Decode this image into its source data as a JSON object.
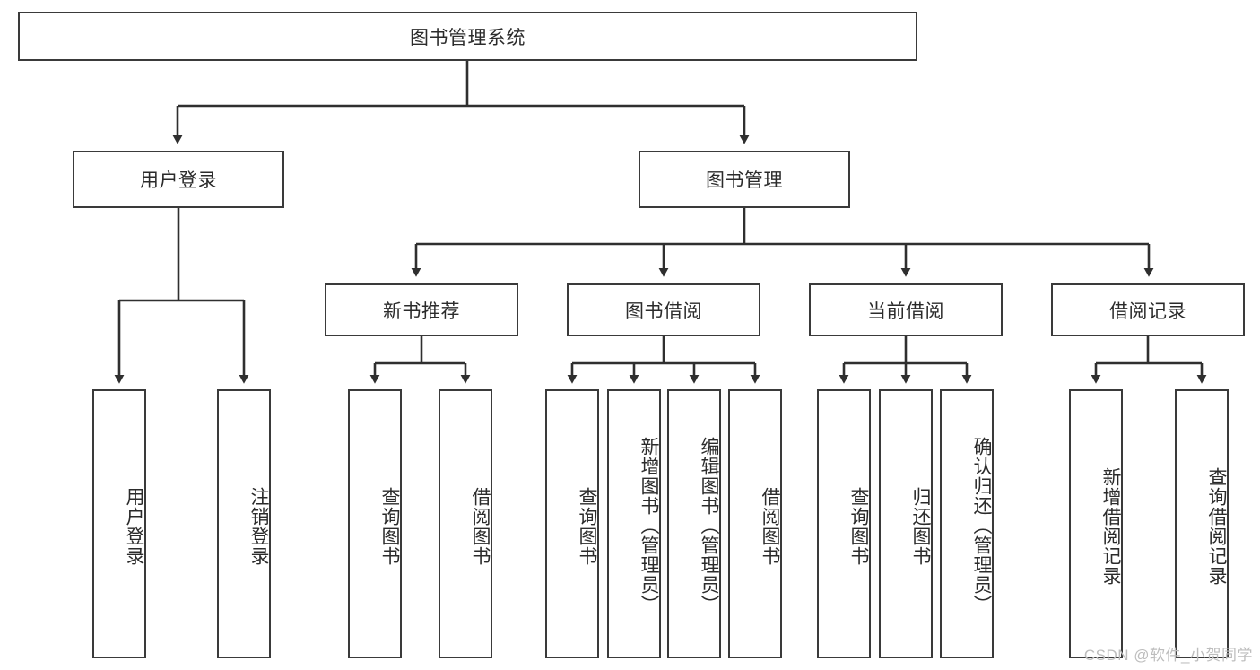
{
  "diagram": {
    "title": "图书管理系统",
    "type": "tree-hierarchy",
    "root": {
      "id": "root",
      "label": "图书管理系统"
    },
    "level2": [
      {
        "id": "user-login",
        "label": "用户登录"
      },
      {
        "id": "book-manage",
        "label": "图书管理"
      }
    ],
    "level3": [
      {
        "id": "new-book-recommend",
        "label": "新书推荐"
      },
      {
        "id": "book-borrow",
        "label": "图书借阅"
      },
      {
        "id": "current-borrow",
        "label": "当前借阅"
      },
      {
        "id": "borrow-record",
        "label": "借阅记录"
      }
    ],
    "leaves": {
      "user_login": [
        {
          "id": "leaf-user-login",
          "label": "用户登录"
        },
        {
          "id": "leaf-user-logout",
          "label": "注销登录"
        }
      ],
      "new_book_recommend": [
        {
          "id": "leaf-query-book-1",
          "label": "查询图书"
        },
        {
          "id": "leaf-borrow-book-1",
          "label": "借阅图书"
        }
      ],
      "book_borrow": [
        {
          "id": "leaf-query-book-2",
          "label": "查询图书"
        },
        {
          "id": "leaf-add-book",
          "label": "新增图书（管理员）"
        },
        {
          "id": "leaf-edit-book",
          "label": "编辑图书（管理员）"
        },
        {
          "id": "leaf-borrow-book-2",
          "label": "借阅图书"
        }
      ],
      "current_borrow": [
        {
          "id": "leaf-query-book-3",
          "label": "查询图书"
        },
        {
          "id": "leaf-return-book",
          "label": "归还图书"
        },
        {
          "id": "leaf-confirm-return",
          "label": "确认归还（管理员）"
        }
      ],
      "borrow_record": [
        {
          "id": "leaf-add-record",
          "label": "新增借阅记录"
        },
        {
          "id": "leaf-query-record",
          "label": "查询借阅记录"
        }
      ]
    }
  },
  "watermark": {
    "text": "CSDN @软件_小贺同学"
  },
  "colors": {
    "stroke": "#3a3a3a",
    "text": "#2b2b2b",
    "background": "#ffffff",
    "watermark": "#bdbdbd"
  }
}
